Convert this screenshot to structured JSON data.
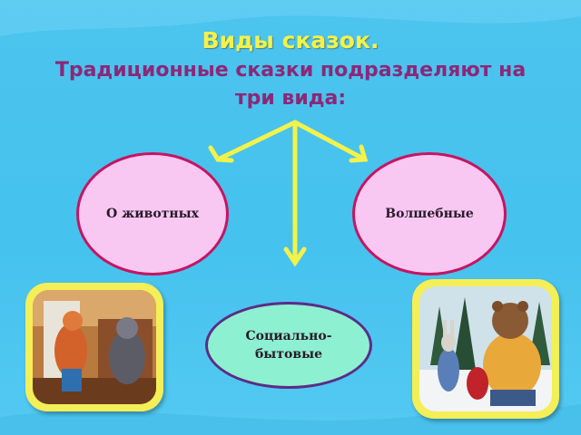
{
  "title": "Виды сказок.",
  "subtitle": "Традиционные сказки подразделяют на три вида:",
  "categories": [
    {
      "label": "О животных"
    },
    {
      "label": "Волшебные"
    },
    {
      "label": "Социально-бытовые"
    }
  ],
  "colors": {
    "background": "#4cc4ee",
    "title": "#f4f24a",
    "subtitle": "#8b2878",
    "arrows": "#f4f24a",
    "pink_fill": "#f8c7f2",
    "pink_border": "#c41561",
    "green_fill": "#8df0d0",
    "green_border": "#5b2c87",
    "frame": "#f4ee58"
  },
  "illustrations": [
    {
      "name": "fox-and-wolf-illustration"
    },
    {
      "name": "bear-and-hare-illustration"
    }
  ]
}
